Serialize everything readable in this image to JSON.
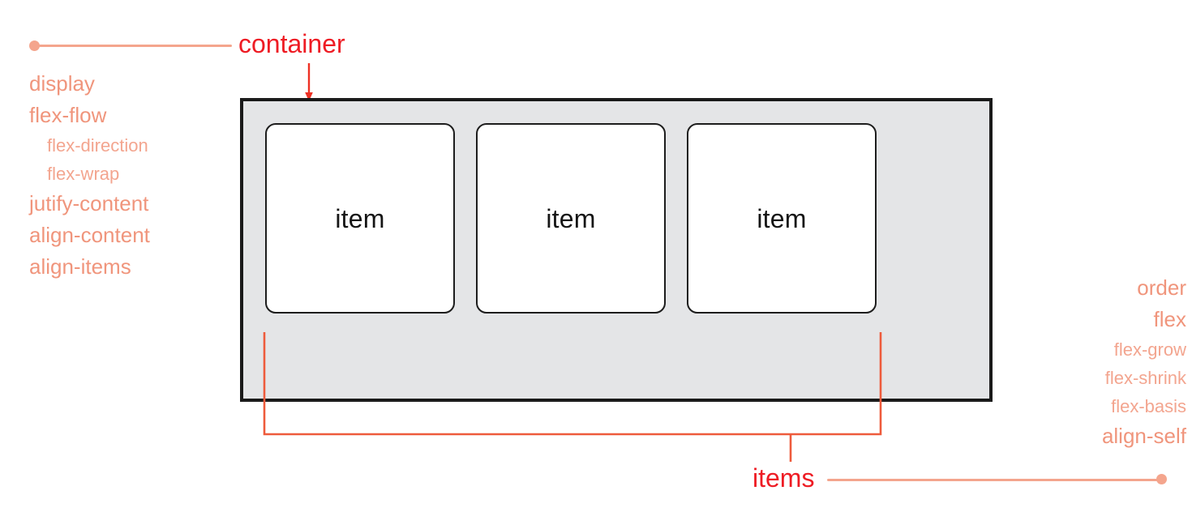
{
  "diagram": {
    "title_container": "container",
    "title_items": "items",
    "colors": {
      "accent_red": "#ee1c24",
      "accent_salmon": "#f0957c",
      "accent_salmon_light": "#f3a58f",
      "container_fill": "#e4e5e7",
      "container_border": "#1a1a1a",
      "item_fill": "#ffffff",
      "item_border": "#1d1d1d",
      "background": "#ffffff"
    }
  },
  "container": {
    "label": "container",
    "items": [
      {
        "label": "item"
      },
      {
        "label": "item"
      },
      {
        "label": "item"
      }
    ]
  },
  "container_properties": [
    {
      "name": "display",
      "level": 0
    },
    {
      "name": "flex-flow",
      "level": 0
    },
    {
      "name": "flex-direction",
      "level": 1
    },
    {
      "name": "flex-wrap",
      "level": 1
    },
    {
      "name": "jutify-content",
      "level": 0
    },
    {
      "name": "align-content",
      "level": 0
    },
    {
      "name": "align-items",
      "level": 0
    }
  ],
  "item_properties": [
    {
      "name": "order",
      "level": 0
    },
    {
      "name": "flex",
      "level": 0
    },
    {
      "name": "flex-grow",
      "level": 1
    },
    {
      "name": "flex-shrink",
      "level": 1
    },
    {
      "name": "flex-basis",
      "level": 1
    },
    {
      "name": "align-self",
      "level": 0
    }
  ]
}
